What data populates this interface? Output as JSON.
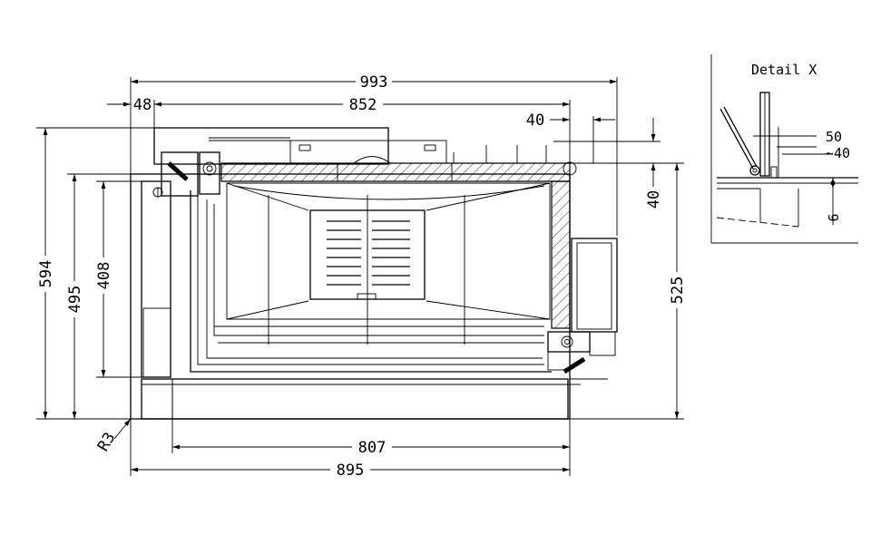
{
  "drawing": {
    "dimensions": {
      "overall_width": "993",
      "offset_left": "48",
      "inner_width": "852",
      "top_right_gap": "40",
      "right_side_gap": "40",
      "overall_height": "594",
      "height_495": "495",
      "height_408": "408",
      "right_height": "525",
      "radius": "R3",
      "bottom_807": "807",
      "bottom_895": "895"
    },
    "detail": {
      "title": "Detail  X",
      "dim_50": "50",
      "dim_40": "~40",
      "dim_6": "6"
    }
  }
}
